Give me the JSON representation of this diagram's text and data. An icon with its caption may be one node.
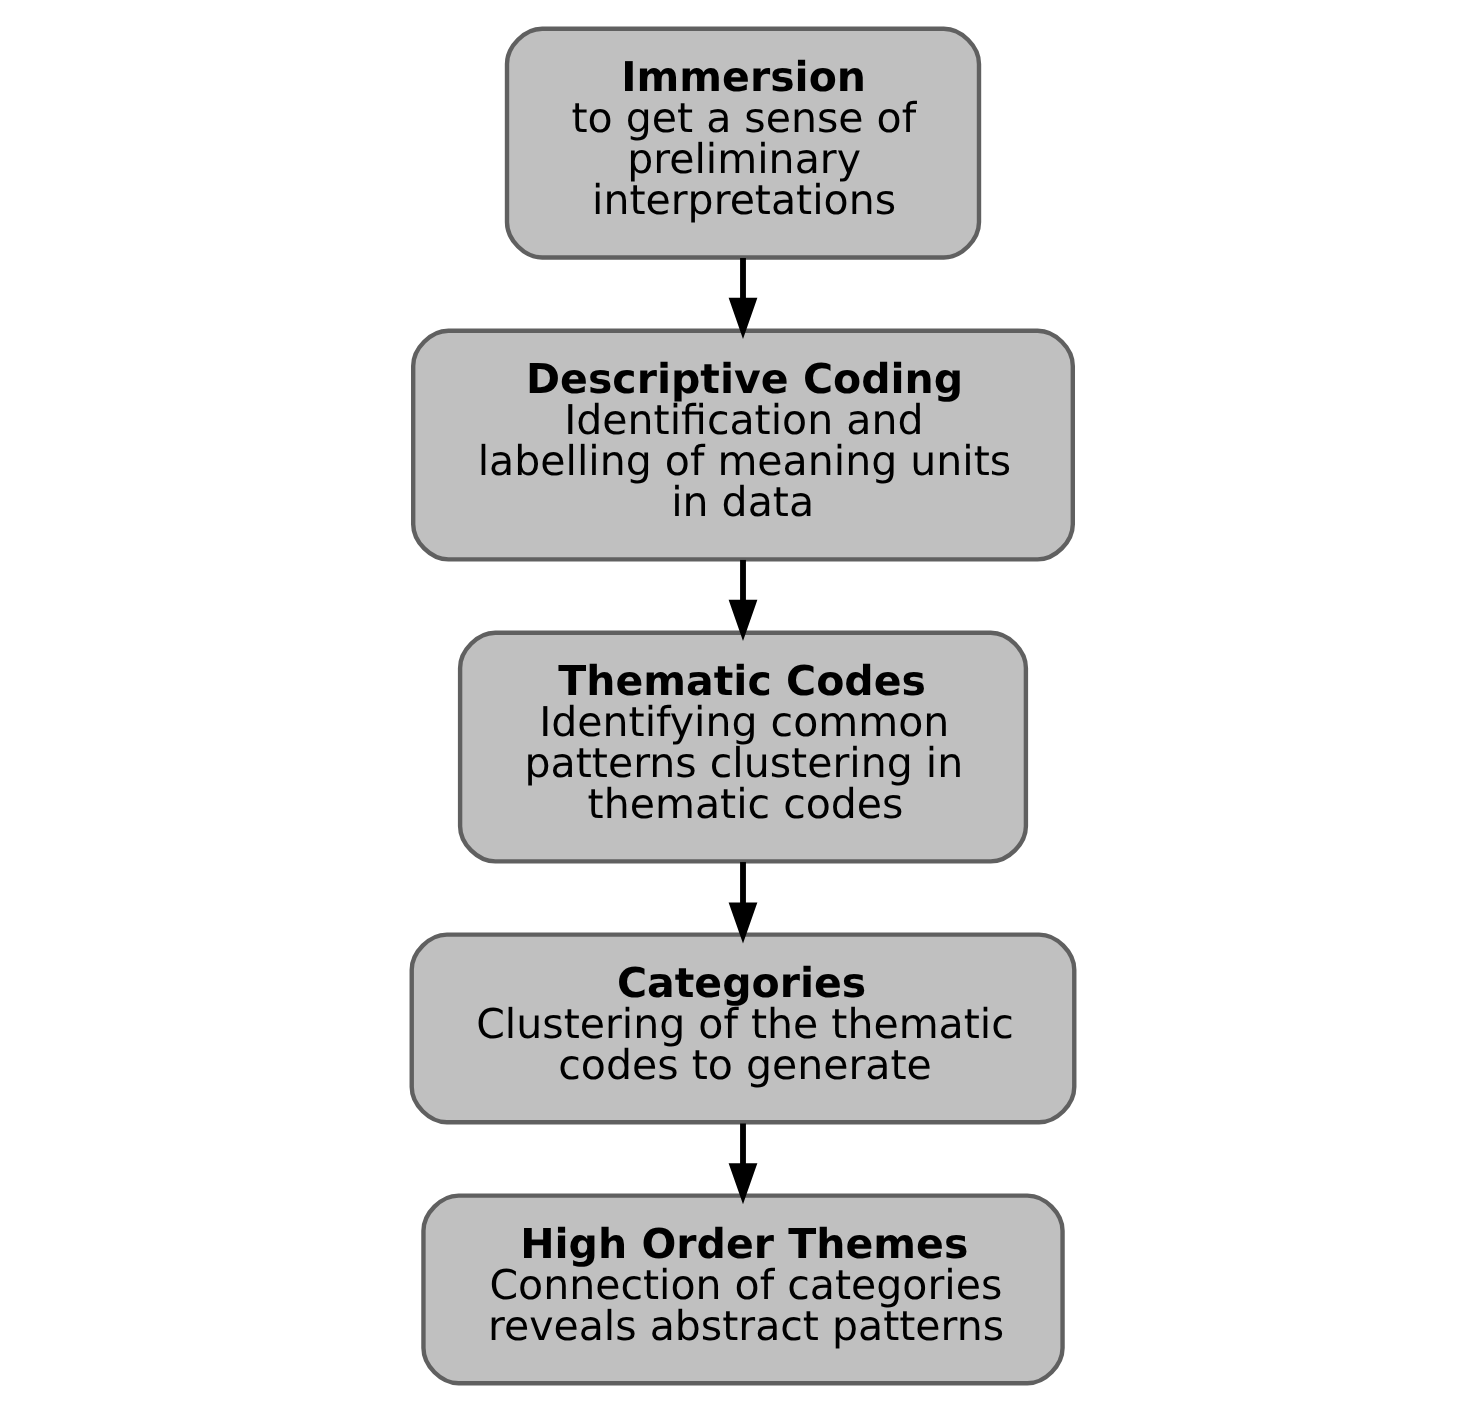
{
  "diagram": {
    "nodes": [
      {
        "text": [
          "Immersion",
          "to get a sense of preliminary interpretations"
        ]
      },
      {
        "text": [
          "Descriptive Coding",
          "Identification and labelling of meaning units in data"
        ]
      },
      {
        "text": [
          "Thematic Codes",
          "Identifying common patterns clustering in thematic codes"
        ]
      },
      {
        "text": [
          "Categories",
          "Clustering of the thematic codes to generate"
        ]
      },
      {
        "text": [
          "High Order Themes",
          "Connection of categories reveals abstract patterns"
        ]
      }
    ],
    "edges": [
      {
        "from": 0,
        "to": 1,
        "arrow": "to"
      },
      {
        "from": 1,
        "to": 2,
        "arrow": "to"
      },
      {
        "from": 2,
        "to": 3,
        "arrow": "to"
      },
      {
        "from": 3,
        "to": 4,
        "arrow": "to"
      }
    ]
  }
}
